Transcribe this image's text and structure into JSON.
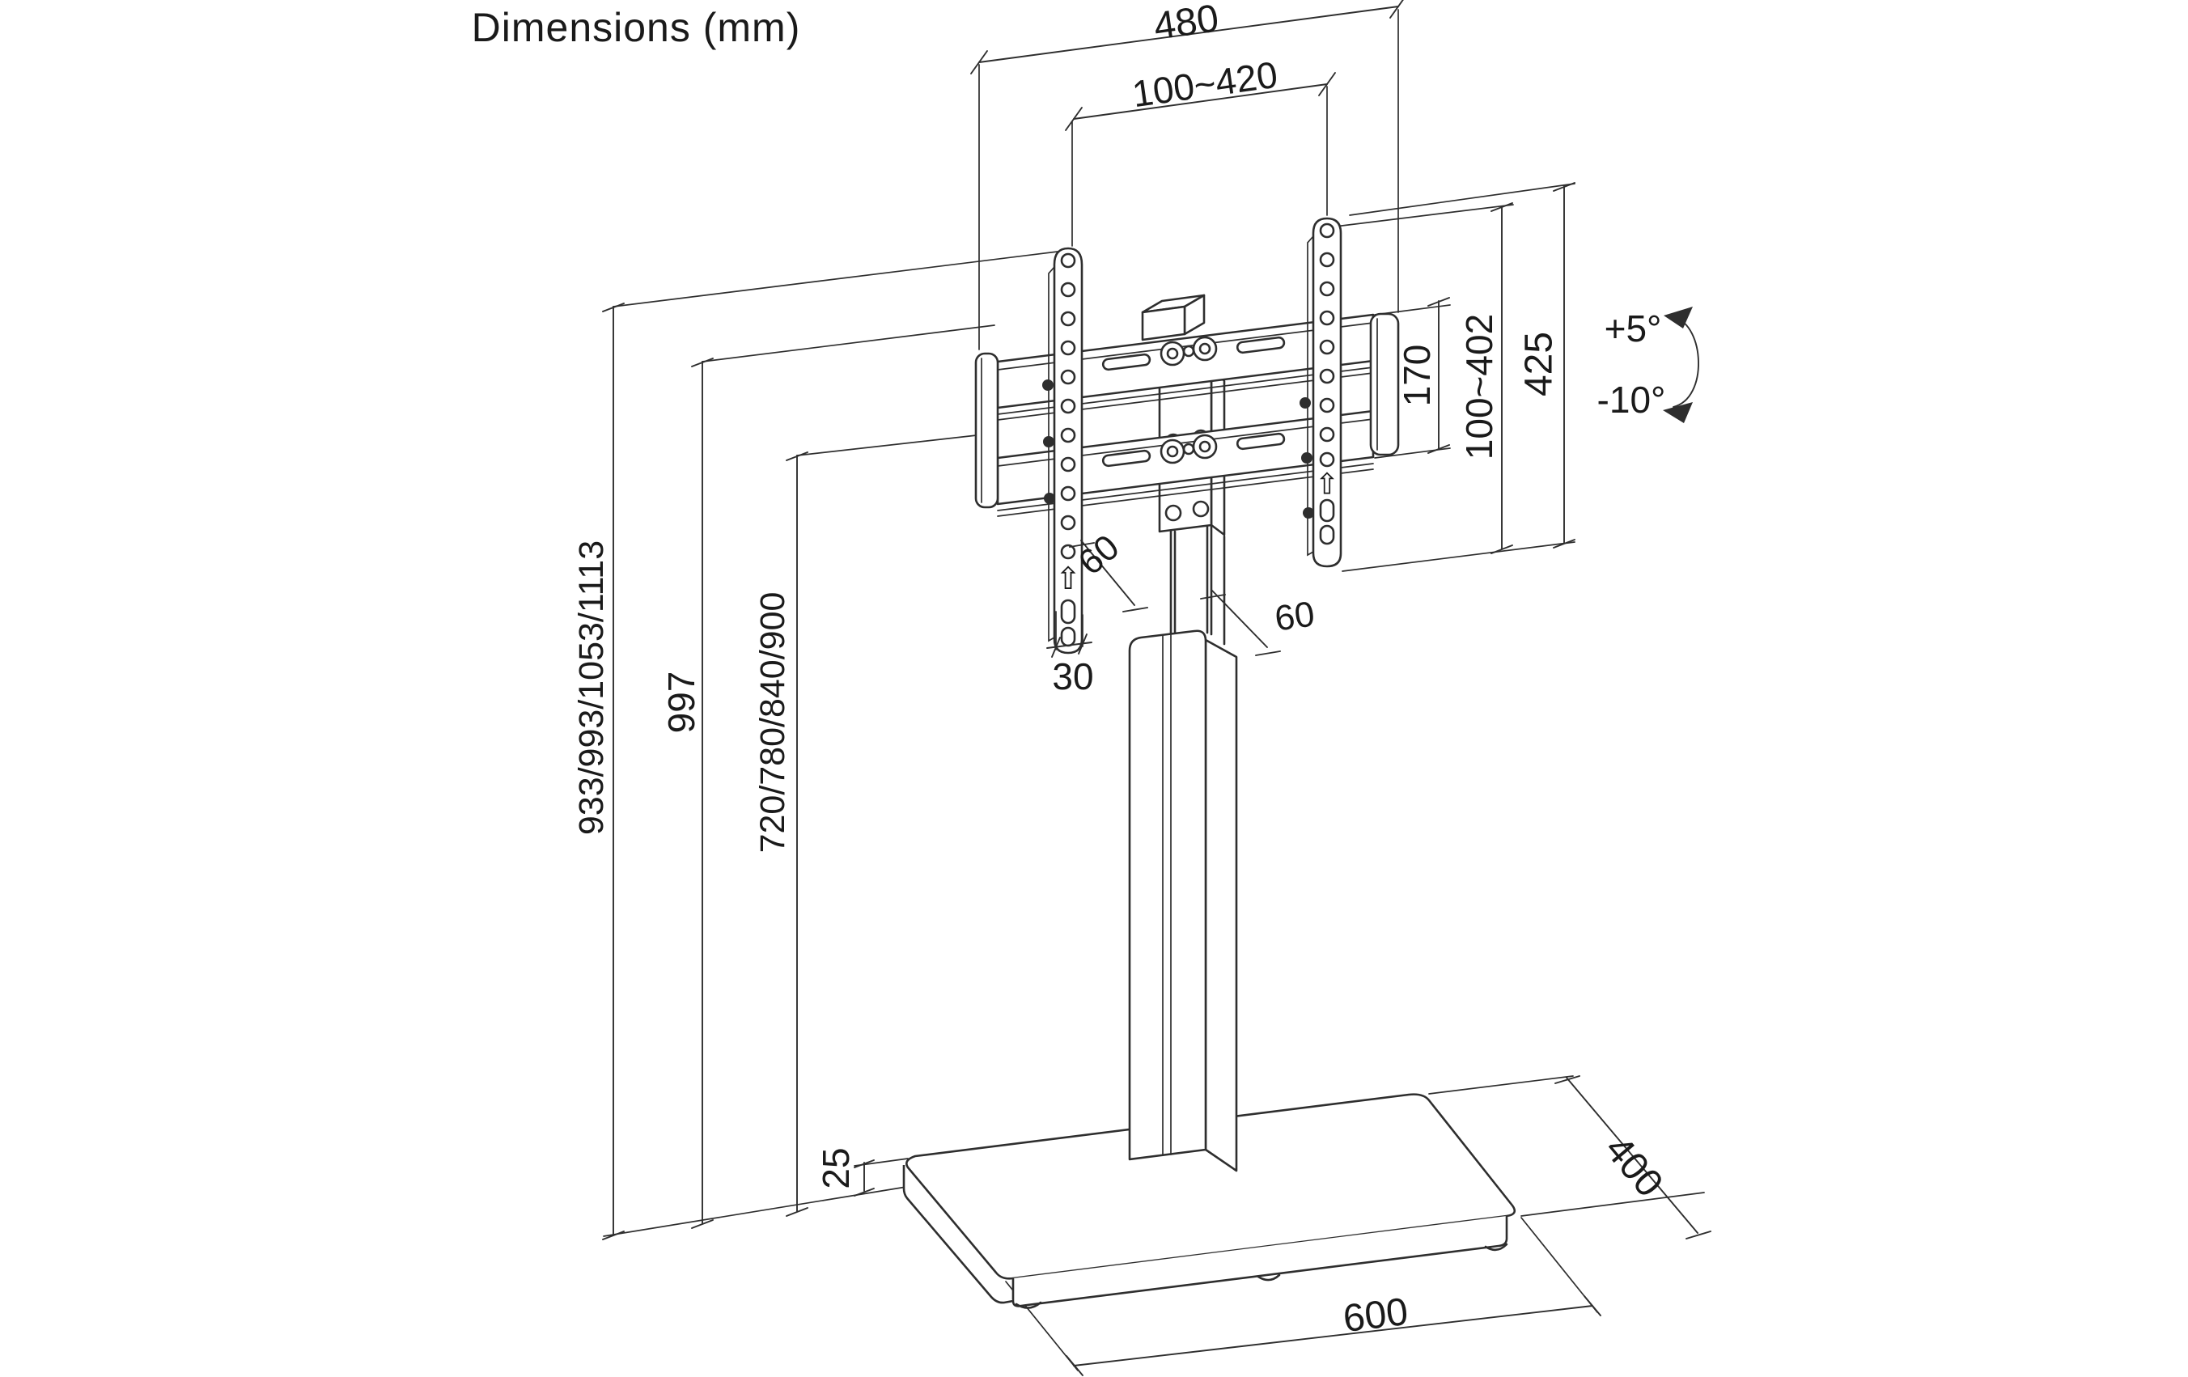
{
  "title": "Dimensions (mm)",
  "dimensions": {
    "rail_width": "480",
    "vesa_width_range": "100~420",
    "rail_spacing": "170",
    "vesa_height_range": "100~402",
    "bracket_height": "425",
    "tilt_up": "+5°",
    "tilt_down": "-10°",
    "overall_height_options": "933/993/1053/1113",
    "column_top_height": "997",
    "pole_height_options": "720/780/840/900",
    "strip_bottom_offset": "30",
    "column_depth": "60",
    "column_width": "60",
    "base_thickness": "25",
    "base_depth": "400",
    "base_width": "600"
  },
  "icons": {
    "vesa_arrow_up": "⇧"
  },
  "colors": {
    "line": "#2e2e2e",
    "text": "#1a1a1a",
    "background": "#ffffff"
  }
}
